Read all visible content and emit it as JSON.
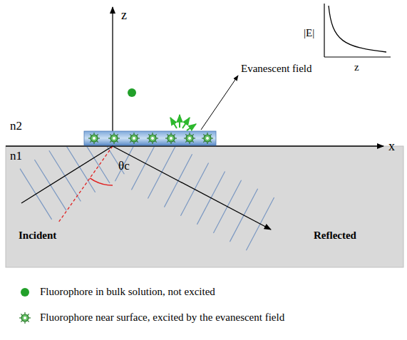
{
  "diagram": {
    "labels": [
      "z",
      "x",
      "n2",
      "n1",
      "θc",
      "Evanescent field",
      "|E|",
      "z",
      "Incident",
      "Reflected"
    ],
    "legend": [
      {
        "text": "Fluorophore in bulk solution, not excited"
      },
      {
        "text": "Fluorophore near surface, excited by the evanescent field"
      }
    ]
  }
}
